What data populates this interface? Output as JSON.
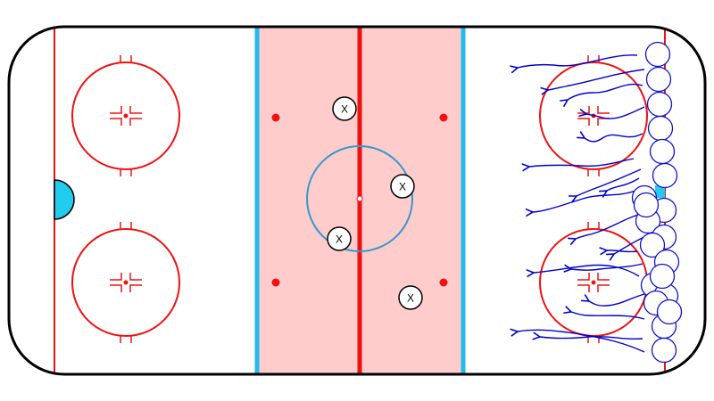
{
  "colors": {
    "board": "#000000",
    "red_line": "#ee1111",
    "blue_line": "#22bbee",
    "neutral_zone": "#ffcccc",
    "center_circle": "#3399cc",
    "crease": "#22ccee",
    "skate_path": "#0000cc",
    "player_circle": "#1111cc",
    "marker_fill": "#ffffff",
    "marker_stroke": "#000000"
  },
  "rink": {
    "surface": "ice-rink",
    "goal_crease_side": "left"
  },
  "markers": [
    {
      "label": "X",
      "icon": "x-marker"
    },
    {
      "label": "X",
      "icon": "x-marker"
    },
    {
      "label": "X",
      "icon": "x-marker"
    },
    {
      "label": "X",
      "icon": "x-marker"
    }
  ],
  "players": {
    "count": 20,
    "icon": "player-circle"
  },
  "skate_paths": {
    "count": 18,
    "icon": "arrow-path"
  }
}
